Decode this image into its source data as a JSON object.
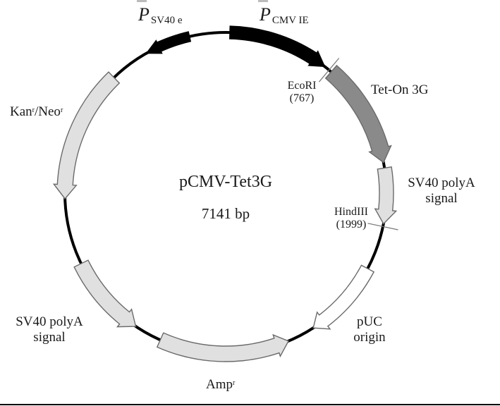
{
  "plasmid": {
    "name": "pCMV-Tet3G",
    "size_label": "7141 bp",
    "colors": {
      "backbone": "#000000",
      "promoter": "#000000",
      "tet_on": "#8a8a8a",
      "light_feature": "#e0e0e0",
      "origin": "#ffffff",
      "feature_outline": "#6a6a6a"
    }
  },
  "features": [
    {
      "id": "pcmv",
      "label_main": "P",
      "label_sub": "CMV IE",
      "type": "promoter"
    },
    {
      "id": "tet_on",
      "label": "Tet-On 3G",
      "type": "gene"
    },
    {
      "id": "sv40_polya_right",
      "label_line1": "SV40 polyA",
      "label_line2": "signal",
      "type": "terminator"
    },
    {
      "id": "puc",
      "label_line1": "pUC",
      "label_line2": "origin",
      "type": "origin"
    },
    {
      "id": "ampr",
      "label_main": "Amp",
      "label_sup": "r",
      "type": "resistance"
    },
    {
      "id": "sv40_polya_left",
      "label_line1": "SV40 polyA",
      "label_line2": "signal",
      "type": "terminator"
    },
    {
      "id": "kanr_neor",
      "label_a": "Kan",
      "label_a_sup": "r",
      "label_sep": "/Neo",
      "label_b_sup": "r",
      "type": "resistance"
    },
    {
      "id": "psv40",
      "label_main": "P",
      "label_sub": "SV40 e",
      "type": "promoter"
    }
  ],
  "restriction_sites": [
    {
      "enzyme": "EcoRI",
      "position": "(767)"
    },
    {
      "enzyme": "HindIII",
      "position": "(1999)"
    }
  ]
}
